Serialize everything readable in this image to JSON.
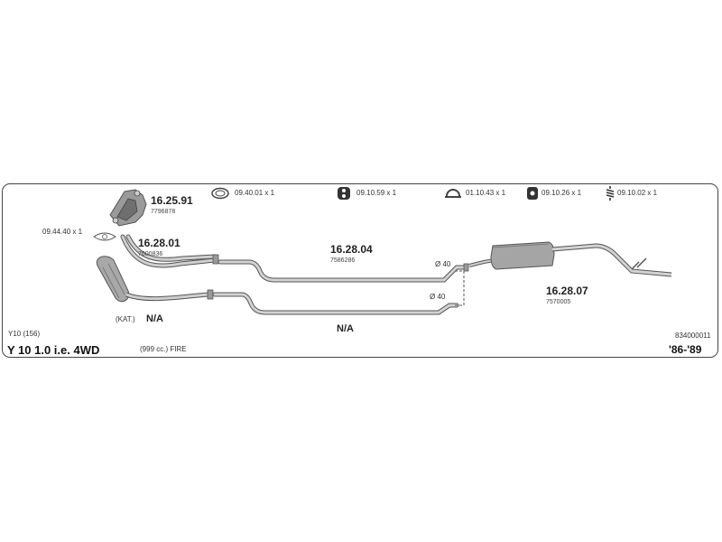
{
  "parts": {
    "manifold": {
      "number": "16.25.91",
      "oe": "7796878"
    },
    "front_pipe": {
      "number": "16.28.01",
      "oe": "7600836"
    },
    "middle_pipe": {
      "number": "16.28.04",
      "oe": "7586286"
    },
    "rear_silencer": {
      "number": "16.28.07",
      "oe": "7570005"
    },
    "catalyst": {
      "prefix": "(KAT.)",
      "value": "N/A"
    },
    "alt_middle_pipe": {
      "value": "N/A"
    }
  },
  "accessories": [
    {
      "icon": "gasket-ring-icon",
      "label": "09.40.01 x 1"
    },
    {
      "icon": "rubber-hanger-icon",
      "label": "09.10.59 x 1"
    },
    {
      "icon": "exhaust-clamp-icon",
      "label": "01.10.43 x 1"
    },
    {
      "icon": "mount-bracket-icon",
      "label": "09.10.26 x 1"
    },
    {
      "icon": "spring-bolt-icon",
      "label": "09.10.02 x 1"
    }
  ],
  "flange_gasket": {
    "label": "09.44.40 x 1"
  },
  "diameters": {
    "upper": "Ø 40",
    "lower": "Ø 40"
  },
  "vehicle": {
    "code": "Y10 (156)",
    "model": "Y 10 1.0 i.e. 4WD",
    "engine": "(999 cc.)   FIRE",
    "catalogue_no": "834000011",
    "years": "'86-'89"
  }
}
